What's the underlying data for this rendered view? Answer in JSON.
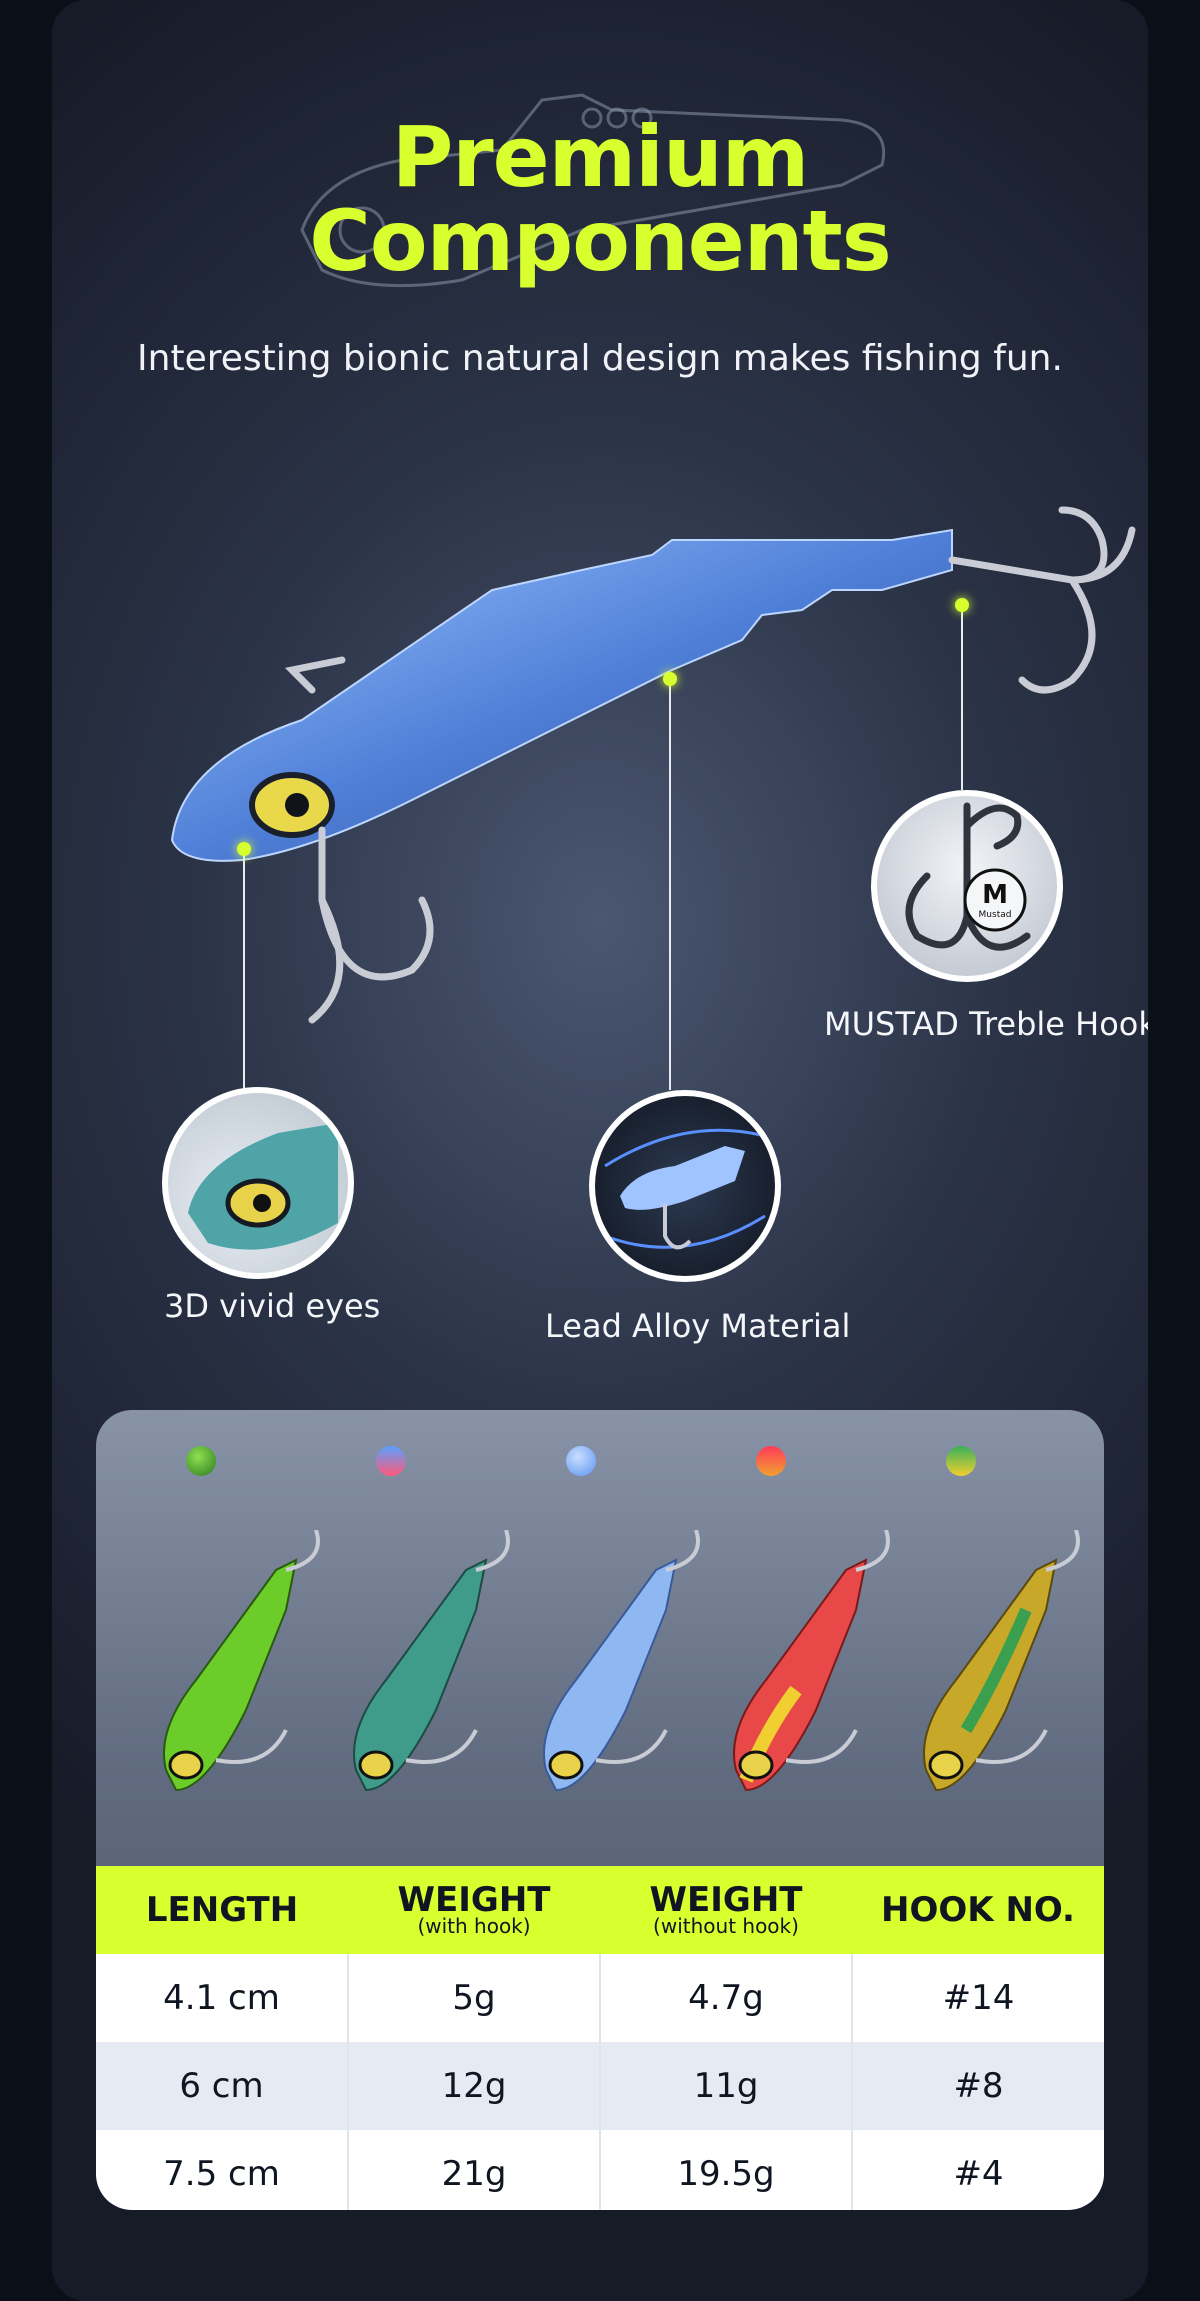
{
  "header": {
    "title_line1": "Premium",
    "title_line2": "Components",
    "subtitle": "Interesting bionic natural design makes fishing fun."
  },
  "callouts": [
    {
      "label": "MUSTAD Treble Hook",
      "badge": "M",
      "badge_sub": "Mustad"
    },
    {
      "label": "3D vivid eyes"
    },
    {
      "label": "Lead Alloy Material"
    }
  ],
  "swatches": [
    "#4fae2a",
    "#e05a7a",
    "#7fb0ff",
    "#e8523a",
    "#9ac22a"
  ],
  "specs": {
    "headers": [
      {
        "main": "LENGTH",
        "sub": ""
      },
      {
        "main": "WEIGHT",
        "sub": "(with hook)"
      },
      {
        "main": "WEIGHT",
        "sub": "(without hook)"
      },
      {
        "main": "HOOK NO.",
        "sub": ""
      }
    ],
    "rows": [
      [
        "4.1 cm",
        "5g",
        "4.7g",
        "#14"
      ],
      [
        "6 cm",
        "12g",
        "11g",
        "#8"
      ],
      [
        "7.5 cm",
        "21g",
        "19.5g",
        "#4"
      ]
    ]
  },
  "colors": {
    "accent": "#d8ff2e"
  }
}
